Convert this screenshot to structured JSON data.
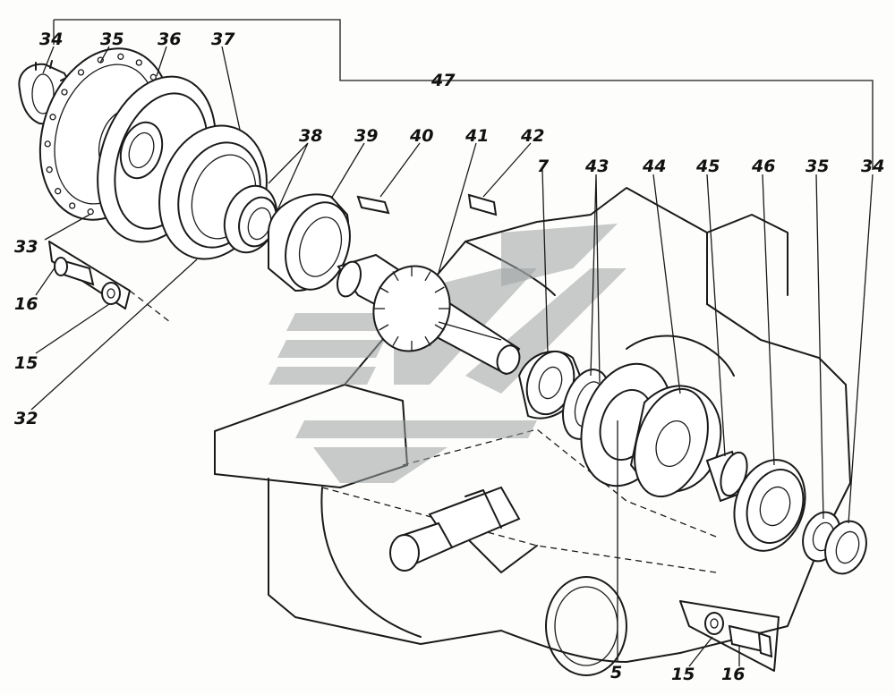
{
  "callouts": {
    "c34a": "34",
    "c35a": "35",
    "c36": "36",
    "c37": "37",
    "c38": "38",
    "c39": "39",
    "c40": "40",
    "c41": "41",
    "c42": "42",
    "c7": "7",
    "c43": "43",
    "c44": "44",
    "c45": "45",
    "c46": "46",
    "c35b": "35",
    "c34b": "34",
    "c47": "47",
    "c33": "33",
    "c16a": "16",
    "c15a": "15",
    "c32": "32",
    "c5": "5",
    "c15b": "15",
    "c16b": "16"
  },
  "colors": {
    "ink": "#1a1a1a",
    "watermark": "#9aa0a0",
    "paper": "#fdfdfb"
  }
}
